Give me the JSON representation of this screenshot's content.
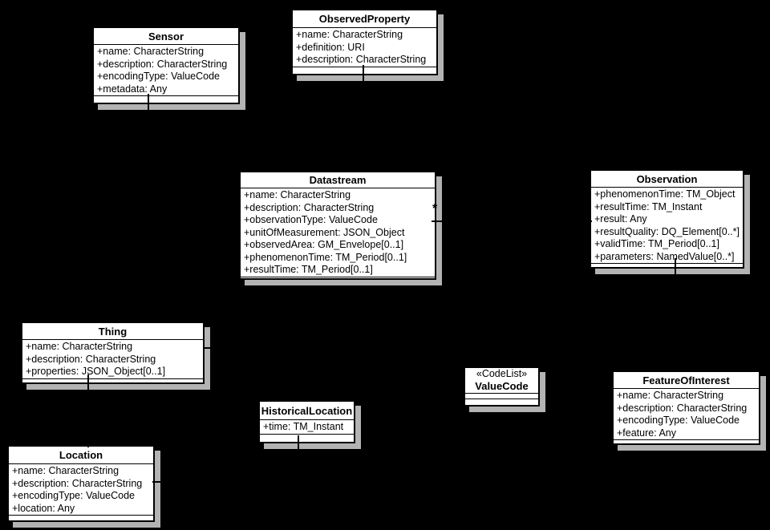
{
  "diagram": {
    "type": "uml-class-diagram",
    "colors": {
      "background": "#000000",
      "box_fill": "#ffffff",
      "box_border": "#000000",
      "shadow": "#b3b3b3",
      "text": "#000000"
    },
    "classes": {
      "sensor": {
        "name": "Sensor",
        "attributes": [
          "+name: CharacterString",
          "+description: CharacterString",
          "+encodingType: ValueCode",
          "+metadata: Any"
        ]
      },
      "observed_property": {
        "name": "ObservedProperty",
        "attributes": [
          "+name: CharacterString",
          "+definition: URI",
          "+description: CharacterString"
        ]
      },
      "datastream": {
        "name": "Datastream",
        "attributes": [
          "+name: CharacterString",
          "+description: CharacterString",
          "+observationType: ValueCode",
          "+unitOfMeasurement: JSON_Object",
          "+observedArea: GM_Envelope[0..1]",
          "+phenomenonTime: TM_Period[0..1]",
          "+resultTime: TM_Period[0..1]"
        ]
      },
      "observation": {
        "name": "Observation",
        "attributes": [
          "+phenomenonTime: TM_Object",
          "+resultTime: TM_Instant",
          "+result: Any",
          "+resultQuality: DQ_Element[0..*]",
          "+validTime: TM_Period[0..1]",
          "+parameters: NamedValue[0..*]"
        ]
      },
      "thing": {
        "name": "Thing",
        "attributes": [
          "+name: CharacterString",
          "+description: CharacterString",
          "+properties: JSON_Object[0..1]"
        ]
      },
      "historical_location": {
        "name": "HistoricalLocation",
        "attributes": [
          "+time: TM_Instant"
        ]
      },
      "value_code": {
        "name": "ValueCode",
        "stereotype": "«CodeList»",
        "attributes": []
      },
      "feature_of_interest": {
        "name": "FeatureOfInterest",
        "attributes": [
          "+name: CharacterString",
          "+description: CharacterString",
          "+encodingType: ValueCode",
          "+feature: Any"
        ]
      },
      "location": {
        "name": "Location",
        "attributes": [
          "+name: CharacterString",
          "+description: CharacterString",
          "+encodingType: ValueCode",
          "+location: Any"
        ]
      }
    },
    "labels": {
      "datastream_observation_multiplicity": "*"
    }
  }
}
